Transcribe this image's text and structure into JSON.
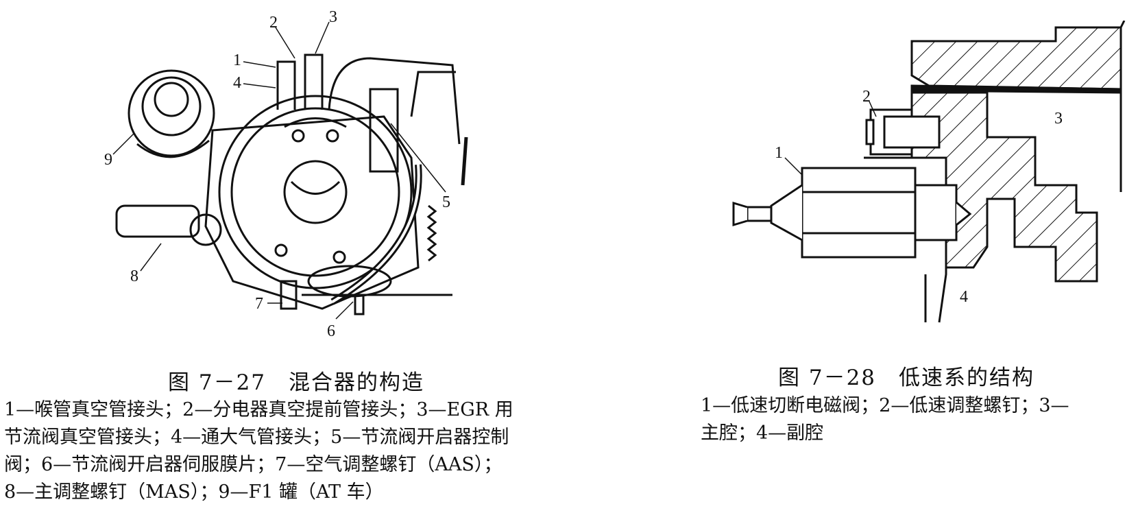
{
  "figure_27": {
    "title": "图 7－27　混合器的构造",
    "callouts": [
      "1",
      "2",
      "3",
      "4",
      "5",
      "6",
      "7",
      "8",
      "9"
    ],
    "legend_lines": [
      "1—喉管真空管接头；2—分电器真空提前管接头；3—EGR 用",
      "节流阀真空管接头；4—通大气管接头；5—节流阀开启器控制",
      "阀；6—节流阀开启器伺服膜片；7—空气调整螺钉（AAS）；",
      "8—主调整螺钉（MAS）；9—F1 罐（AT 车）"
    ]
  },
  "figure_28": {
    "title": "图 7－28　低速系的结构",
    "callouts": [
      "1",
      "2",
      "3",
      "4"
    ],
    "legend_lines": [
      "1—低速切断电磁阀；2—低速调整螺钉；3—",
      "主腔；4—副腔"
    ]
  }
}
